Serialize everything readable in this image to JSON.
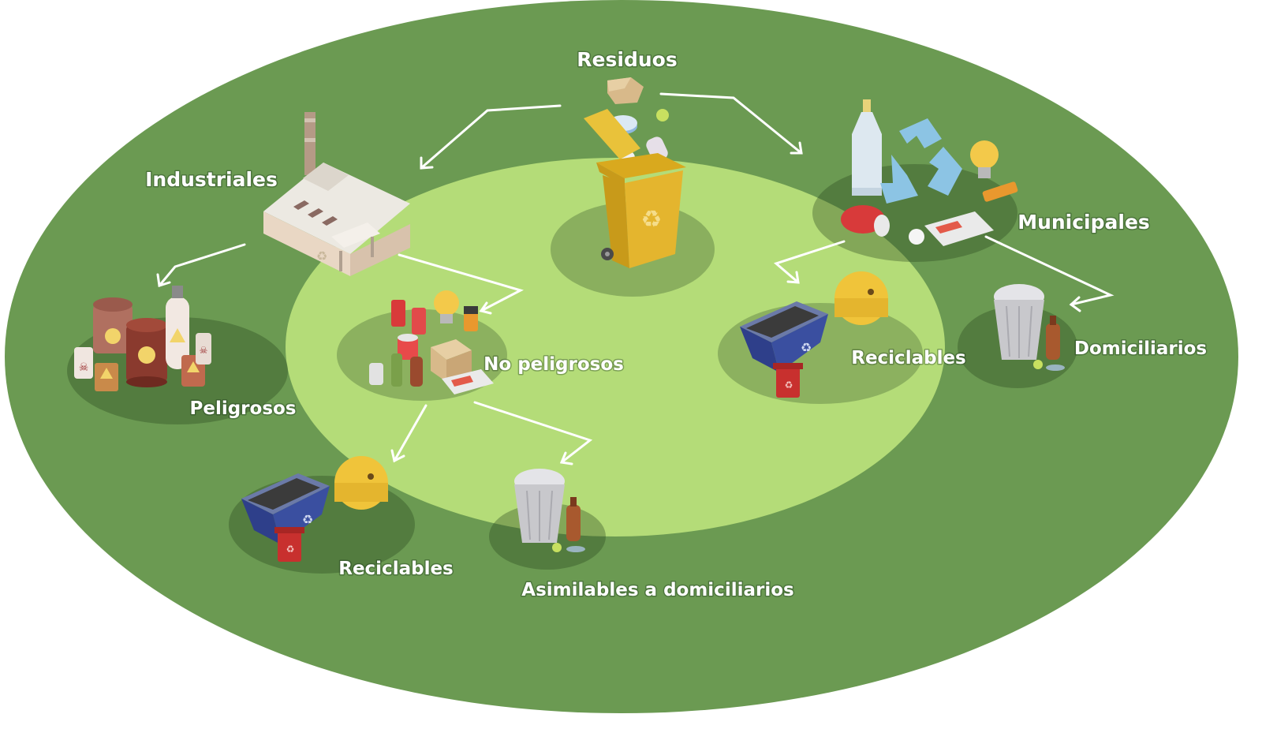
{
  "colors": {
    "outer_ring": "#6b9a52",
    "inner_ring": "#b4dc78",
    "shadow_spot": "rgba(40,70,30,0.35)",
    "arrow": "#ffffff",
    "label": "#ffffff"
  },
  "labels": {
    "residuos": "Residuos",
    "industriales": "Industriales",
    "municipales": "Municipales",
    "peligrosos": "Peligrosos",
    "no_peligrosos": "No peligrosos",
    "reciclables_left": "Reciclables",
    "asimilables": "Asimilables a domiciliarios",
    "reciclables_right": "Reciclables",
    "domiciliarios": "Domiciliarios"
  },
  "icons": {
    "center": "yellow-recycling-bin-icon",
    "industrial": "factory-icon",
    "municipal": "recyclable-items-icon",
    "hazardous": "hazardous-containers-icon",
    "non_hazardous": "mixed-waste-items-icon",
    "recyclable": "skip-container-icon",
    "household": "trash-can-icon"
  }
}
